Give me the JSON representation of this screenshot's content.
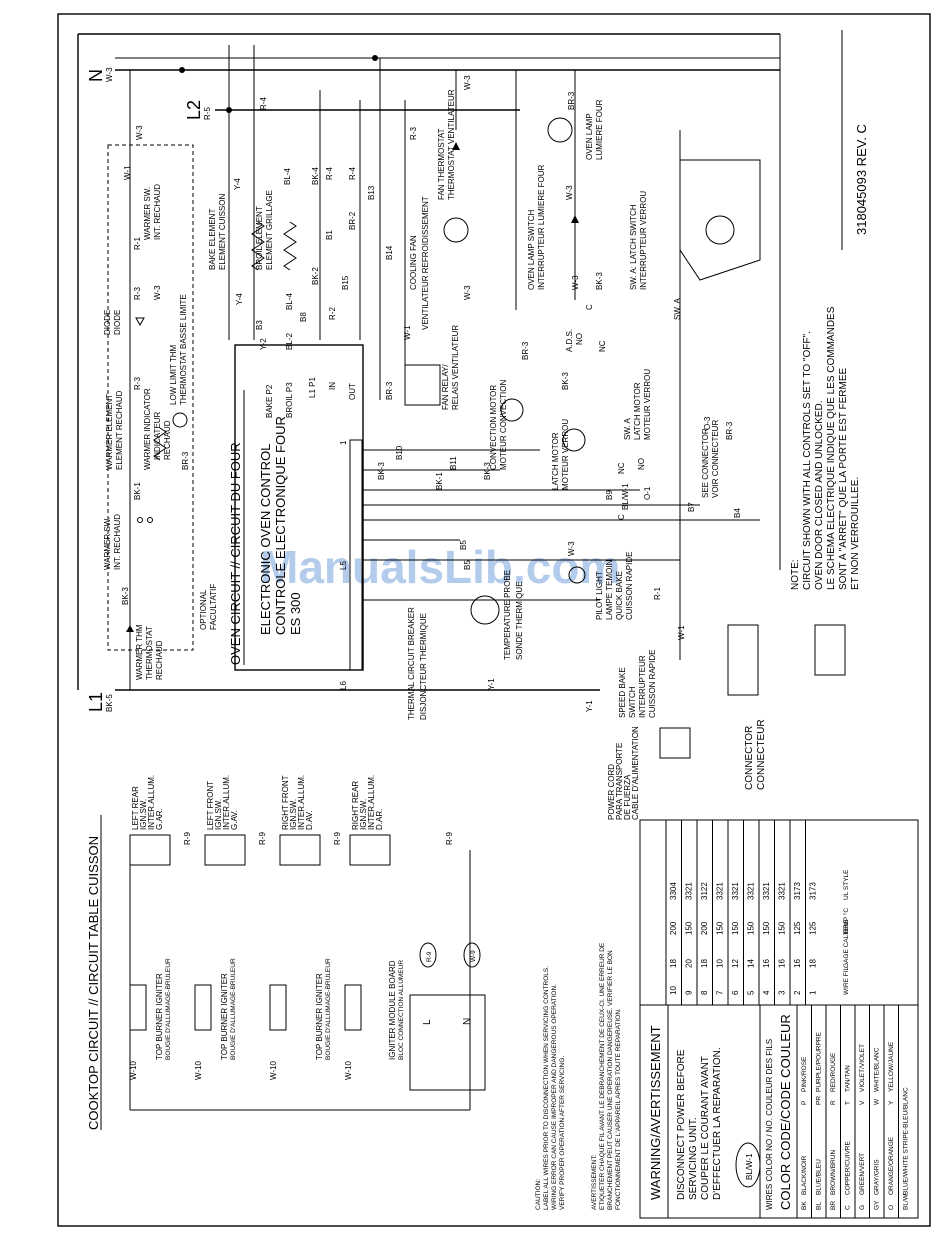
{
  "document": {
    "part_number": "318045093 REV. C",
    "watermark": "ManualsLib.com"
  },
  "oven_circuit": {
    "title": "OVEN CIRCUIT // CIRCUIT DU FOUR",
    "control_label_1": "ELECTRONIC OVEN CONTROL",
    "control_label_2": "CONTROLE ELECTRONIQUE FOUR",
    "control_label_3": "ES 300",
    "optional_1": "OPTIONAL",
    "optional_2": "FACULTATIF",
    "terminals": [
      "BAKE P2",
      "BROIL P3",
      "L1 P1",
      "IN",
      "OUT"
    ],
    "bake_element_1": "BAKE ELEMENT",
    "bake_element_2": "ELEMENT CUISSON",
    "broil_element_1": "BROIL ELEMENT",
    "broil_element_2": "ELEMENT GRILLAGE",
    "cooling_fan_1": "COOLING FAN",
    "cooling_fan_2": "VENTILATEUR REFROIDISSEMENT",
    "fan_thermostat_1": "FAN THERMOSTAT",
    "fan_thermostat_2": "THERMOSTAT VENTILATEUR",
    "fan_relay_1": "FAN RELAY/",
    "fan_relay_2": "RELAIS VENTILATEUR",
    "convection_motor_1": "CONVECTION MOTOR",
    "convection_motor_2": "MOTEUR CONVECTION",
    "latch_motor_1": "LATCH MOTOR",
    "latch_motor_2": "MOTEUR VERROU",
    "oven_lamp_switch_1": "OVEN LAMP SWITCH",
    "oven_lamp_switch_2": "INTERRUPTEUR LUMIERE FOUR",
    "oven_lamp_1": "OVEN LAMP",
    "oven_lamp_2": "LUMIERE FOUR",
    "ads": "A.D.S.",
    "latch_switch_1": "SW. A: LATCH SWITCH",
    "latch_switch_2": "INTERRUPTEUR VERROU",
    "sw_a": "SW. A",
    "see_connector_1": "SEE CONNECTOR",
    "see_connector_2": "VOIR CONNECTEUR",
    "thermal_breaker_1": "THERMAL CIRCUIT BREAKER",
    "thermal_breaker_2": "DISJONCTEUR THERMIQUE",
    "temp_probe_1": "TEMPERATURE PROBE",
    "temp_probe_2": "SONDE THERMIQUE",
    "pilot_light_1": "PILOT LIGHT",
    "pilot_light_2": "LAMPE TEMOIN",
    "pilot_light_3": "QUICK BAKE",
    "pilot_light_4": "CUISSON RAPIDE",
    "speed_bake_1": "SPEED BAKE",
    "speed_bake_2": "SWITCH",
    "speed_bake_3": "INTERRUPTEUR",
    "speed_bake_4": "CUISSON RAPIDE",
    "warmer_thm_1": "WARMER THM",
    "warmer_thm_2": "THERMOSTAT",
    "warmer_thm_3": "RECHAUD",
    "warmer_sw_1": "WARMER SW.",
    "warmer_sw_2": "INT. RECHAUD",
    "warmer_element_1": "WARMER ELEMENT",
    "warmer_element_2": "ELEMENT RECHAUD",
    "warmer_indicator_1": "WARMER INDICATOR",
    "warmer_indicator_2": "INDICATEUR",
    "warmer_indicator_3": "RECHAUD",
    "diode_1": "DIODE",
    "diode_2": "DIODE",
    "low_limit_1": "LOW LIMIT THM",
    "low_limit_2": "THERMOSTAT BASSE LIMITE",
    "power_cord_1": "POWER CORD",
    "power_cord_2": "PARA TRANSPORTE",
    "power_cord_3": "DE FUERZA",
    "power_cord_4": "CABLE D'ALIMENTATION",
    "connector_1": "CONNECTOR",
    "connector_2": "CONNECTEUR",
    "rails": {
      "n": "N",
      "l1": "L1",
      "l2": "L2"
    }
  },
  "cooktop_circuit": {
    "title": "COOKTOP CIRCUIT // CIRCUIT TABLE CUISSON",
    "switches": [
      {
        "line1": "LEFT REAR",
        "line2": "IGN.SW.",
        "line3": "INTER.ALLUM.",
        "line4": "G.AR."
      },
      {
        "line1": "LEFT FRONT",
        "line2": "IGN.SW.",
        "line3": "INTER.ALLUM.",
        "line4": "G.AV."
      },
      {
        "line1": "RIGHT FRONT",
        "line2": "IGN.SW.",
        "line3": "INTER.ALLUM.",
        "line4": "D.AV."
      },
      {
        "line1": "RIGHT REAR",
        "line2": "IGN.SW.",
        "line3": "INTER.ALLUM.",
        "line4": "D.AR."
      }
    ],
    "igniters": [
      {
        "line1": "TOP BURNER IGNITER",
        "line2": "BOUGIE D'ALLUMAGE-BRULEUR"
      },
      {
        "line1": "TOP BURNER IGNITER",
        "line2": "BOUGIE D'ALLUMAGE-BRULEUR"
      },
      {
        "line1": "TOP BURNER IGNITER",
        "line2": "BOUGIE D'ALLUMAGE-BRULEUR"
      },
      {
        "line1": "TOP BURNER IGNITER",
        "line2": "BOUGIE D'ALLUMAGE-BRULEUR"
      }
    ],
    "module_1": "IGNITER MODULE BOARD",
    "module_2": "BLOC CONNECTION ALLUMEUR",
    "module_l": "L",
    "module_n": "N"
  },
  "wires": {
    "bk5": "BK-5",
    "bk3": "BK-3",
    "bk1": "BK-1",
    "br3": "BR-3",
    "r3": "R-3",
    "r1": "R-1",
    "r4": "R-4",
    "r5": "R-5",
    "w3": "W-3",
    "w1": "W-1",
    "y4": "Y-4",
    "y2": "Y-2",
    "y1": "Y-1",
    "bl4": "BL-4",
    "bl2": "BL-2",
    "bk4": "BK-4",
    "bk2": "BK-2",
    "br2": "BR-2",
    "r2": "R-2",
    "r9": "R-9",
    "w9": "W-9",
    "w10": "W-10",
    "o1": "O-1",
    "o3": "O-3",
    "blw1": "BL/W-1",
    "b1": "B1",
    "b3": "B3",
    "b4": "B4",
    "b5": "B5",
    "b7": "B7",
    "b8": "B8",
    "b9": "B9",
    "b10": "B10",
    "b11": "B11",
    "b13": "B13",
    "b14": "B14",
    "b15": "B15",
    "nc": "NC",
    "no": "NO",
    "c": "C",
    "one": "1",
    "l5": "L5",
    "l6": "L6"
  },
  "note": {
    "heading": "NOTE:",
    "line1": "CIRCUIT SHOWN WITH ALL CONTROLS SET TO \"OFF\".",
    "line2": "OVEN DOOR CLOSED AND UNLOCKED.",
    "line3": "LE SCHEMA ELECTRIQUE INDIQUE QUE LES COMMANDES",
    "line4": "SONT A \"ARRET\" QUE LA PORTE EST FERMEE",
    "line5": "ET NON VERROUILLEE."
  },
  "caution": {
    "heading": "CAUTION:",
    "line1": "LABEL ALL WIRES PRIOR TO DISCONNECTION WHEN SERVICING CONTROLS.",
    "line2": "WIRING ERROR CAN CAUSE IMPROPER AND DANGEROUS OPERATION.",
    "line3": "VERIFY PROPER OPERATION AFTER SERVICING.",
    "fr_heading": "AVERTISSEMENT:",
    "fr_line1": "ETIQUETER CHAQUE FIL AVANT LE DEBRANCHEMENT DE CEUX-CI. UNE ERREUR DE",
    "fr_line2": "BRANCHEMENT PEUT CAUSER UNE OPERATION DANGEREUSE. VERIFIER LE BON",
    "fr_line3": "FONCTIONNEMENT DE L'APPAREIL APRES TOUTE REPARATION."
  },
  "warning": {
    "title": "WARNING/AVERTISSEMENT",
    "line1": "DISCONNECT POWER BEFORE",
    "line2": "SERVICING UNIT.",
    "line3": "COUPER LE COURANT AVANT",
    "line4": "D'EFFECTUER LA REPARATION."
  },
  "color_code": {
    "title": "COLOR CODE/CODE COULEUR",
    "example": "BL/W-1",
    "caption": "WIRES COLOR NO / NO. COULEUR DES FILS",
    "colors": [
      {
        "code": "BK",
        "name": "BLACK/NOIR",
        "code2": "P",
        "name2": "PINK/ROSE"
      },
      {
        "code": "BL",
        "name": "BLUE/BLEU",
        "code2": "PR",
        "name2": "PURPLE/POURPRE"
      },
      {
        "code": "BR",
        "name": "BROWN/BRUN",
        "code2": "R",
        "name2": "RED/ROUGE"
      },
      {
        "code": "C",
        "name": "COPPER/CUIVRE",
        "code2": "T",
        "name2": "TAN/TAN"
      },
      {
        "code": "G",
        "name": "GREEN/VERT",
        "code2": "V",
        "name2": "VIOLET/VIOLET"
      },
      {
        "code": "GY",
        "name": "GRAY/GRIS",
        "code2": "W",
        "name2": "WHITE/BLANC"
      },
      {
        "code": "O",
        "name": "ORANGE/ORANGE",
        "code2": "Y",
        "name2": "YELLOW/JAUNE"
      },
      {
        "code": "BL/W",
        "name": "BLUE/WHITE STRIPE-BLEU/BLANC",
        "code2": "",
        "name2": ""
      }
    ]
  },
  "wire_table": {
    "headers": [
      "WIRE FIL",
      "GAGE CALIBRE",
      "TEMP °C",
      "UL STYLE"
    ],
    "rows": [
      [
        "10",
        "18",
        "200",
        "3304"
      ],
      [
        "9",
        "20",
        "150",
        "3321"
      ],
      [
        "8",
        "18",
        "200",
        "3122"
      ],
      [
        "7",
        "10",
        "150",
        "3321"
      ],
      [
        "6",
        "12",
        "150",
        "3321"
      ],
      [
        "5",
        "14",
        "150",
        "3321"
      ],
      [
        "4",
        "16",
        "150",
        "3321"
      ],
      [
        "3",
        "16",
        "150",
        "3321"
      ],
      [
        "2",
        "16",
        "125",
        "3173"
      ],
      [
        "1",
        "18",
        "125",
        "3173"
      ]
    ]
  }
}
